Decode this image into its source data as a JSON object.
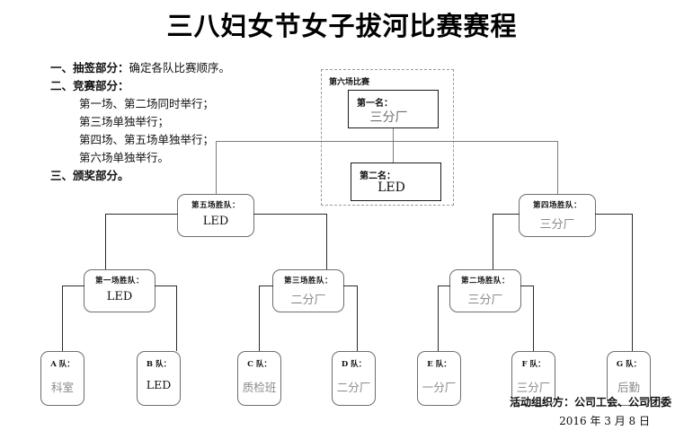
{
  "title": "三八妇女节女子拔河比赛赛程",
  "notes": [
    {
      "index": "一、",
      "heading": "抽签部分：",
      "text": "确定各队比赛顺序。",
      "indent": false
    },
    {
      "index": "二、",
      "heading": "竞赛部分：",
      "text": "",
      "indent": false
    },
    {
      "index": "",
      "heading": "",
      "text": "第一场、第二场同时举行；",
      "indent": true
    },
    {
      "index": "",
      "heading": "",
      "text": "第三场单独举行；",
      "indent": true
    },
    {
      "index": "",
      "heading": "",
      "text": "第四场、第五场单独举行；",
      "indent": true
    },
    {
      "index": "",
      "heading": "",
      "text": "第六场单独举行。",
      "indent": true
    },
    {
      "index": "三、",
      "heading": "颁奖部分。",
      "text": "",
      "indent": false
    }
  ],
  "final": {
    "group_label": "第六场比赛",
    "first": {
      "label": "第一名：",
      "value": "三分厂"
    },
    "second": {
      "label": "第二名：",
      "value": "LED"
    }
  },
  "round_semi": [
    {
      "label": "第五场胜队：",
      "value": "LED"
    },
    {
      "label": "第四场胜队：",
      "value": "三分厂"
    }
  ],
  "round_quarter": [
    {
      "label": "第一场胜队：",
      "value": "LED"
    },
    {
      "label": "第三场胜队：",
      "value": "二分厂"
    },
    {
      "label": "第二场胜队：",
      "value": "三分厂"
    }
  ],
  "teams": [
    {
      "label": "A 队：",
      "value": "科室"
    },
    {
      "label": "B 队：",
      "value": "LED"
    },
    {
      "label": "C 队：",
      "value": "质检班"
    },
    {
      "label": "D 队：",
      "value": "二分厂"
    },
    {
      "label": "E 队：",
      "value": "一分厂"
    },
    {
      "label": "F 队：",
      "value": "三分厂"
    },
    {
      "label": "G 队：",
      "value": "后勤"
    }
  ],
  "footer": {
    "organizer": "活动组织方：公司工会、公司团委",
    "date": "2016 年 3 月 8 日"
  }
}
